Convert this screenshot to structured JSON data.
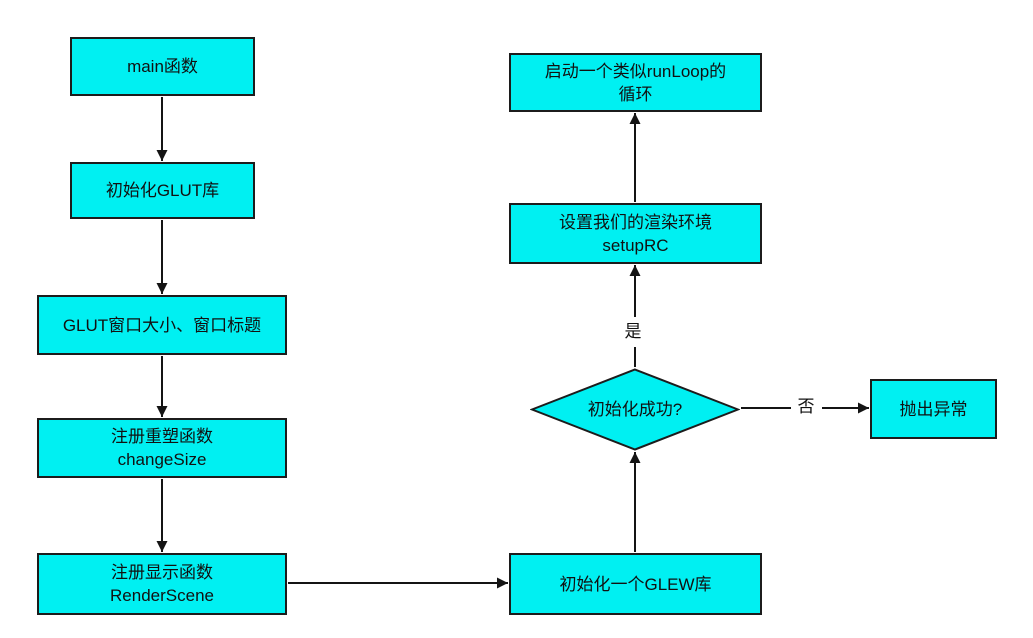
{
  "theme": {
    "canvas_bg": "#ffffff",
    "node_fill": "#00f0f2",
    "node_border": "#1c1c1c",
    "edge_color": "#141414",
    "text_color": "#111111"
  },
  "diagram": {
    "type": "flowchart",
    "nodes": [
      {
        "id": "main",
        "type": "rect",
        "lines": [
          "main函数"
        ]
      },
      {
        "id": "init-glut",
        "type": "rect",
        "lines": [
          "初始化GLUT库"
        ]
      },
      {
        "id": "glut-window",
        "type": "rect",
        "lines": [
          "GLUT窗口大小、窗口标题"
        ]
      },
      {
        "id": "register-reshape",
        "type": "rect",
        "lines": [
          "注册重塑函数",
          "changeSize"
        ]
      },
      {
        "id": "register-display",
        "type": "rect",
        "lines": [
          "注册显示函数",
          "RenderScene"
        ]
      },
      {
        "id": "run-loop",
        "type": "rect",
        "lines": [
          "启动一个类似runLoop的循环"
        ]
      },
      {
        "id": "setup-rc",
        "type": "rect",
        "lines": [
          "设置我们的渲染环境",
          "setupRC"
        ]
      },
      {
        "id": "init-success",
        "type": "diamond",
        "lines": [
          "初始化成功?"
        ]
      },
      {
        "id": "throw-exception",
        "type": "rect",
        "lines": [
          "抛出异常"
        ]
      },
      {
        "id": "init-glew",
        "type": "rect",
        "lines": [
          "初始化一个GLEW库"
        ]
      }
    ],
    "edges": [
      {
        "from": "main",
        "to": "init-glut"
      },
      {
        "from": "init-glut",
        "to": "glut-window"
      },
      {
        "from": "glut-window",
        "to": "register-reshape"
      },
      {
        "from": "register-reshape",
        "to": "register-display"
      },
      {
        "from": "register-display",
        "to": "init-glew"
      },
      {
        "from": "init-glew",
        "to": "init-success"
      },
      {
        "from": "init-success",
        "to": "setup-rc",
        "label": "是"
      },
      {
        "from": "setup-rc",
        "to": "run-loop"
      },
      {
        "from": "init-success",
        "to": "throw-exception",
        "label": "否"
      }
    ]
  }
}
